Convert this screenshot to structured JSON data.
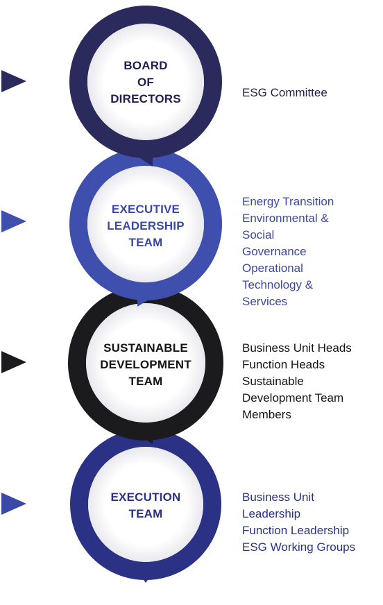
{
  "tiers": [
    {
      "title": "BOARD\nOF\nDIRECTORS",
      "description": "ESG Committee",
      "ring_color": "#2b2a5c",
      "title_color": "#1f1d52",
      "desc_color": "#1f1d52",
      "pointer_color": "#2b2a5c"
    },
    {
      "title": "EXECUTIVE\nLEADERSHIP\nTEAM",
      "description": "Energy Transition\nEnvironmental &\nSocial\nGovernance\nOperational\nTechnology &\nServices",
      "ring_color": "#3f4fae",
      "title_color": "#3a48a6",
      "desc_color": "#3a48a6",
      "pointer_color": "#3f4fae"
    },
    {
      "title": "SUSTAINABLE\nDEVELOPMENT\nTEAM",
      "description": "Business Unit Heads\nFunction Heads\nSustainable\nDevelopment Team\nMembers",
      "ring_color": "#1b1b1d",
      "title_color": "#141414",
      "desc_color": "#141414",
      "pointer_color": "#1b1b1d"
    },
    {
      "title": "EXECUTION\nTEAM",
      "description": "Business Unit\nLeadership\nFunction Leadership\nESG Working Groups",
      "ring_color": "#2b3185",
      "title_color": "#2b3185",
      "desc_color": "#2b3185",
      "pointer_color": "#3a48a6"
    }
  ]
}
